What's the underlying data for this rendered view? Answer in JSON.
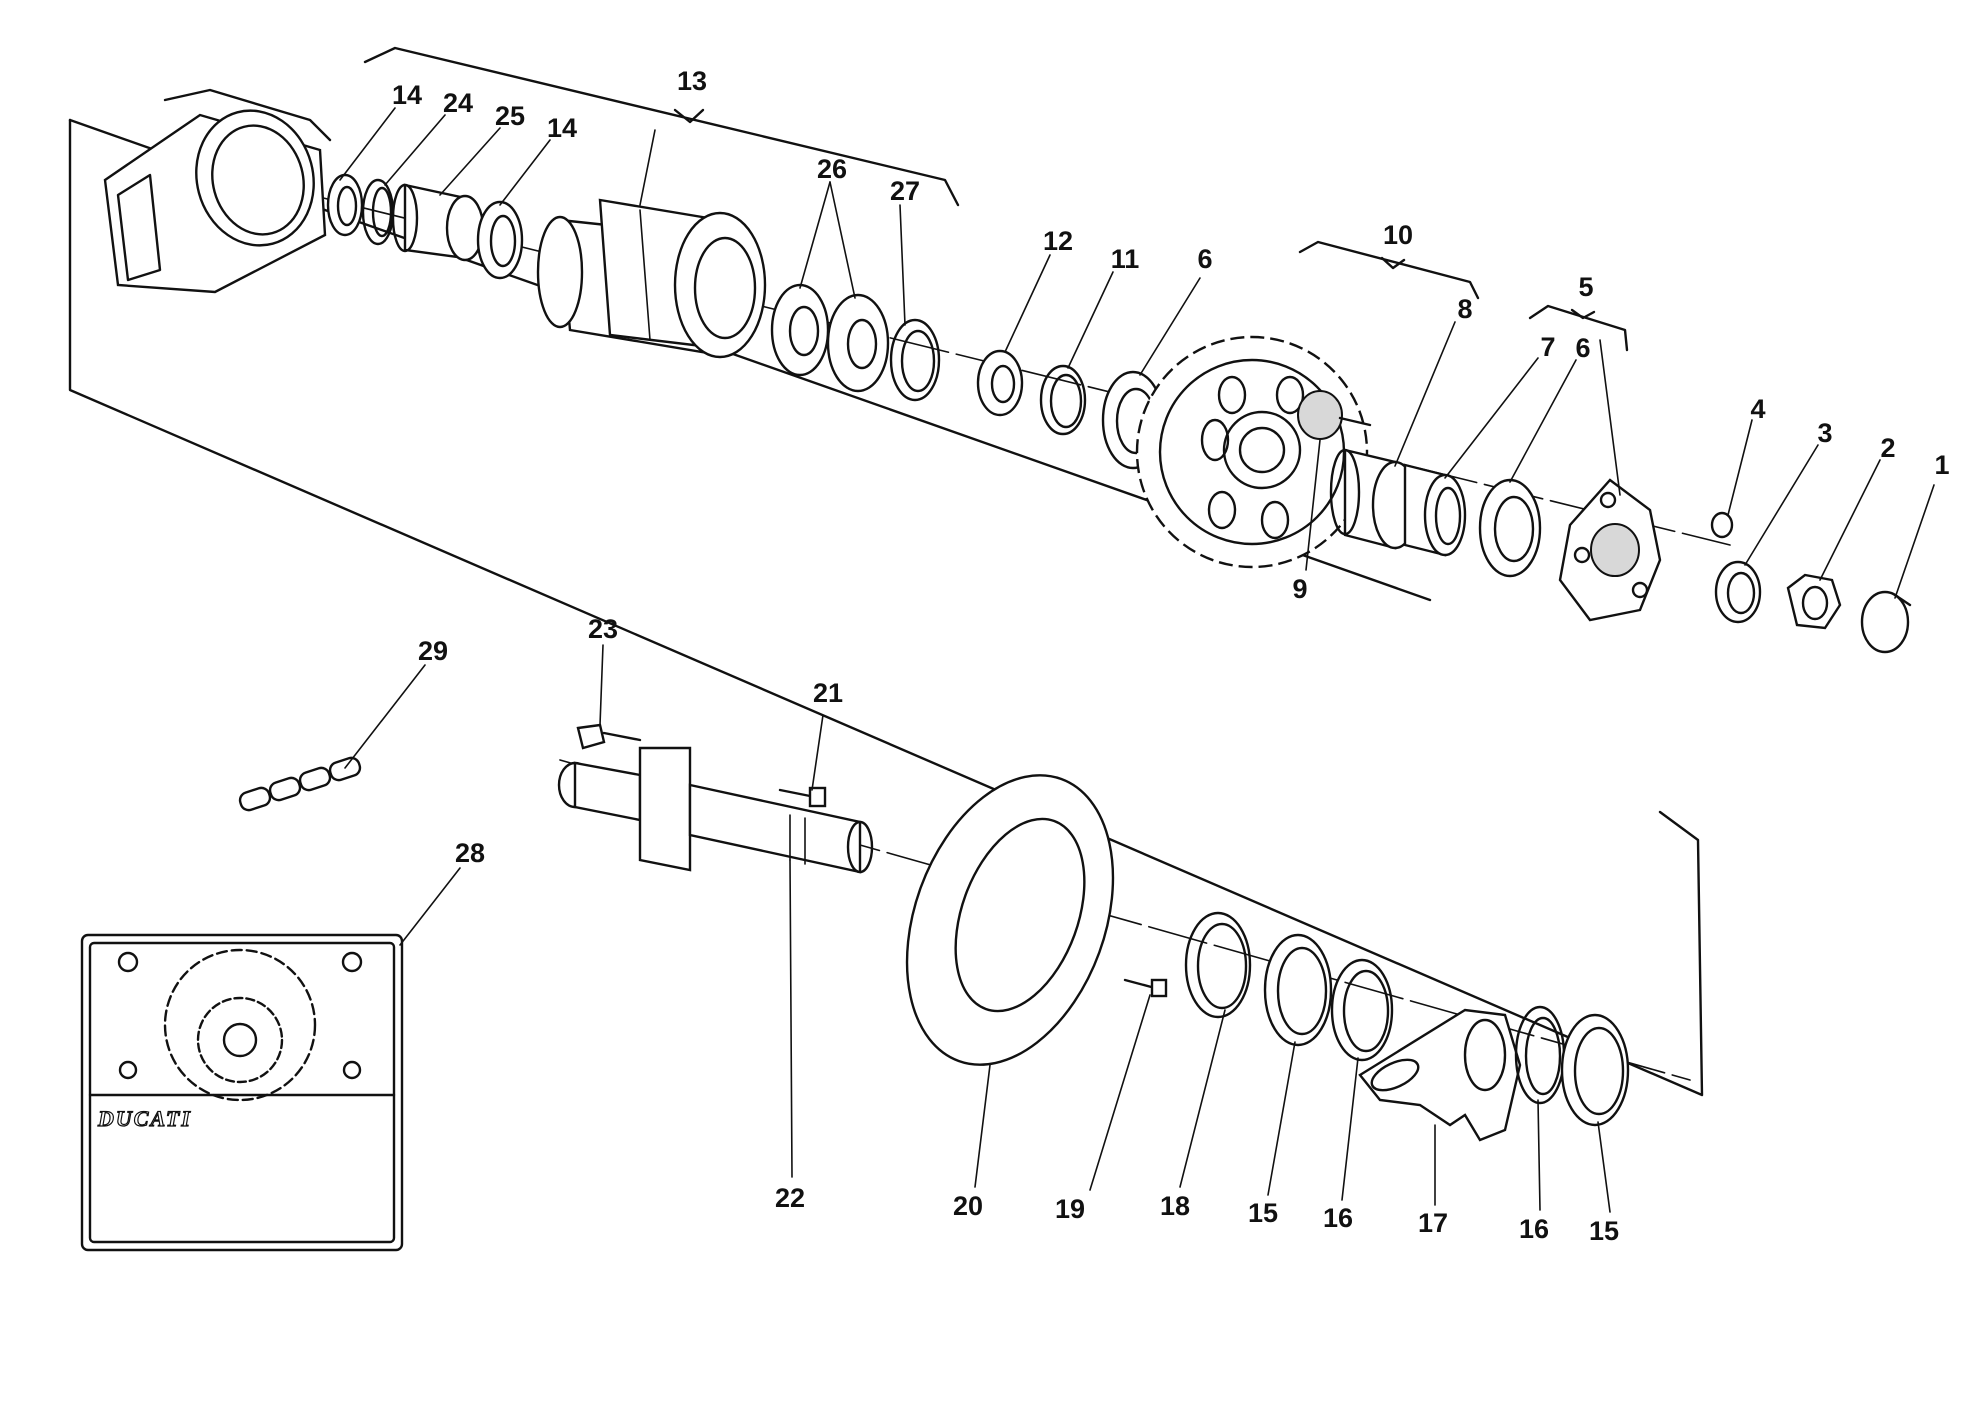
{
  "diagram": {
    "part_labels": [
      {
        "id": "label-14a",
        "text": "14"
      },
      {
        "id": "label-24",
        "text": "24"
      },
      {
        "id": "label-25",
        "text": "25"
      },
      {
        "id": "label-14b",
        "text": "14"
      },
      {
        "id": "label-13",
        "text": "13"
      },
      {
        "id": "label-26",
        "text": "26"
      },
      {
        "id": "label-27",
        "text": "27"
      },
      {
        "id": "label-12",
        "text": "12"
      },
      {
        "id": "label-11",
        "text": "11"
      },
      {
        "id": "label-6a",
        "text": "6"
      },
      {
        "id": "label-10",
        "text": "10"
      },
      {
        "id": "label-8",
        "text": "8"
      },
      {
        "id": "label-5",
        "text": "5"
      },
      {
        "id": "label-7",
        "text": "7"
      },
      {
        "id": "label-6b",
        "text": "6"
      },
      {
        "id": "label-4",
        "text": "4"
      },
      {
        "id": "label-3",
        "text": "3"
      },
      {
        "id": "label-2",
        "text": "2"
      },
      {
        "id": "label-1",
        "text": "1"
      },
      {
        "id": "label-9",
        "text": "9"
      },
      {
        "id": "label-29",
        "text": "29"
      },
      {
        "id": "label-23",
        "text": "23"
      },
      {
        "id": "label-21",
        "text": "21"
      },
      {
        "id": "label-28",
        "text": "28"
      },
      {
        "id": "label-22",
        "text": "22"
      },
      {
        "id": "label-20",
        "text": "20"
      },
      {
        "id": "label-19",
        "text": "19"
      },
      {
        "id": "label-18",
        "text": "18"
      },
      {
        "id": "label-15a",
        "text": "15"
      },
      {
        "id": "label-16a",
        "text": "16"
      },
      {
        "id": "label-17",
        "text": "17"
      },
      {
        "id": "label-16b",
        "text": "16"
      },
      {
        "id": "label-15b",
        "text": "15"
      }
    ],
    "brand_plate_text": "DUCATI"
  }
}
